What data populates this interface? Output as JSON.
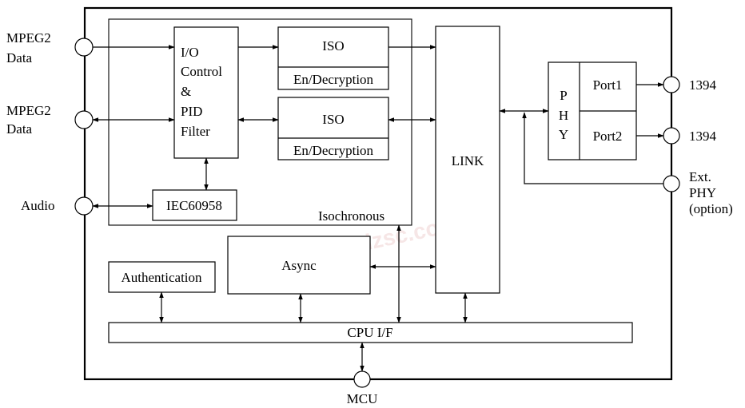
{
  "inputs": {
    "mpeg2_in_1": [
      "MPEG2",
      "Data"
    ],
    "mpeg2_in_2": [
      "MPEG2",
      "Data"
    ],
    "audio": "Audio"
  },
  "blocks": {
    "io_control": [
      "I/O",
      "Control",
      "&",
      "PID",
      "Filter"
    ],
    "iso_1": {
      "title": "ISO",
      "sub": "En/Decryption"
    },
    "iso_2": {
      "title": "ISO",
      "sub": "En/Decryption"
    },
    "iec": "IEC60958",
    "isochronous": "Isochronous",
    "link": "LINK",
    "phy": [
      "P",
      "H",
      "Y"
    ],
    "port1": "Port1",
    "port2": "Port2",
    "async": "Async",
    "authentication": "Authentication",
    "cpu_if": "CPU I/F"
  },
  "outputs": {
    "out_1394_a": "1394",
    "out_1394_b": "1394",
    "ext_phy": [
      "Ext.",
      "PHY",
      "(option)"
    ],
    "mcu": "MCU"
  },
  "watermark": "www.dzsc.com"
}
